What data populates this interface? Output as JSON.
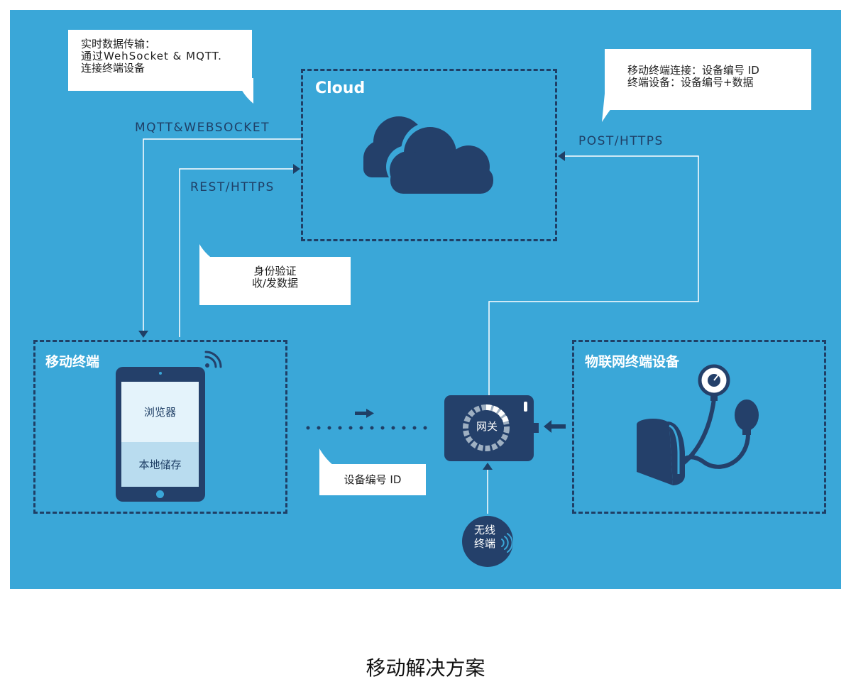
{
  "caption": "移动解决方案",
  "boxes": {
    "cloud": "Cloud",
    "mobile": "移动终端",
    "iot": "物联网终端设备"
  },
  "connections": {
    "mqtt": "MQTT&WEBSOCKET",
    "rest": "REST/HTTPS",
    "post": "POST/HTTPS"
  },
  "bubbles": {
    "realtime": [
      "实时数据传输：",
      "通过WehSocket & MQTT.",
      "连接终端设备"
    ],
    "cloud_note": [
      "移动终端连接：设备编号 ID",
      "终端设备：设备编号+数据"
    ],
    "auth": [
      "身份验证",
      "收/发数据"
    ],
    "device_id": "设备编号 ID"
  },
  "tablet": {
    "browser": "浏览器",
    "storage": "本地储存"
  },
  "gateway": "网关",
  "wireless": [
    "无线",
    "终端"
  ],
  "colors": {
    "background": "#3aa7d8",
    "dark": "#1f3f66",
    "white": "#ffffff"
  },
  "icons": [
    "cloud-icon",
    "wifi-icon",
    "tablet-icon",
    "gateway-icon",
    "blood-pressure-monitor-icon",
    "wireless-icon"
  ]
}
